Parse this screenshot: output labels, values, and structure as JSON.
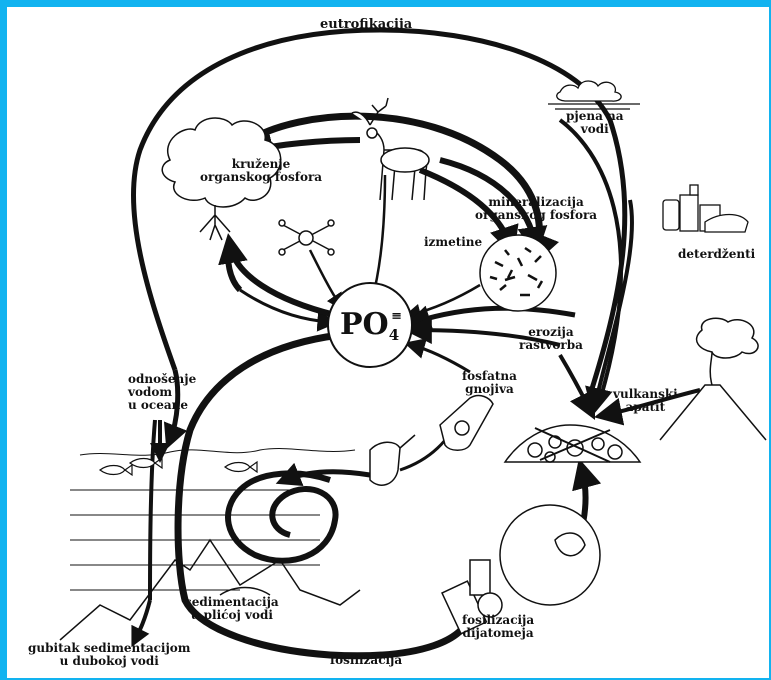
{
  "labels": {
    "eutrofikacija": "eutrofikacija",
    "pjena": "pjena na\nvodi",
    "kruzenje": "kruženje\norganskog fosfora",
    "mineralizacija": "mineralizacija\norganskog fosfora",
    "izmetine": "izmetine",
    "deterdzenti": "deterdženti",
    "erozija": "erozija\nrastvorba",
    "fosfatna": "fosfatna\ngnojiva",
    "vulkanski": "vulkanski\napatit",
    "odnosenje": "odnošenje\nvodom\nu oceane",
    "sedimentacija": "sedimentacija\nu plićoj vodi",
    "fosilizacija_dijatomeja": "fosilizacija\ndijatomeja",
    "fosilizacija": "fosilizacija",
    "gubitak": "gubitak sedimentacijom\nu dubokoj vodi"
  },
  "center": {
    "po": "PO",
    "sub": "4",
    "sup": "≡"
  },
  "icons": [
    "tree-icon",
    "deer-icon",
    "bone-icon",
    "bacteria-icon",
    "detergent-icon",
    "foam-icon",
    "fertilizer-bag-icon",
    "bird-icon",
    "rock-pile-icon",
    "volcano-icon",
    "diatom-icon",
    "fish-icon"
  ],
  "colors": {
    "frame": "#12b3f0",
    "ink": "#111111"
  }
}
